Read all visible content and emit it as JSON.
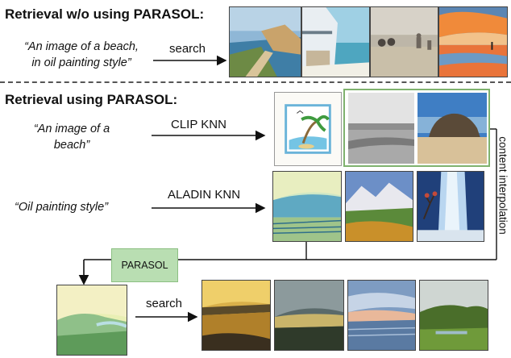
{
  "top": {
    "title": "Retrieval w/o using PARASOL:",
    "query_line1": "“An image of a beach,",
    "query_line2": "in oil painting style”",
    "arrow_label": "search",
    "result_images": [
      "coastal-cliff-painting",
      "seaside-balcony-painting",
      "beach-people-photo",
      "orange-sunset-beach-painting"
    ]
  },
  "bottom": {
    "title": "Retrieval using PARASOL:",
    "content_query_line1": "“An image of a",
    "content_query_line2": "beach”",
    "content_arrow_label": "CLIP KNN",
    "content_images": [
      "beach-clipart",
      "gray-beach-photo",
      "rock-beach-photo"
    ],
    "style_query": "“Oil painting style”",
    "style_arrow_label": "ALADIN KNN",
    "style_images": [
      "abstract-sea-painting",
      "mountain-landscape-painting",
      "waterfall-painting"
    ],
    "parasol_label": "PARASOL",
    "interpolation_label": "content interpolation",
    "query_image": "green-coast-painting",
    "search_label": "search",
    "final_images": [
      "golden-field-painting",
      "stormy-sky-painting",
      "sunset-lake-painting",
      "green-field-painting"
    ]
  }
}
